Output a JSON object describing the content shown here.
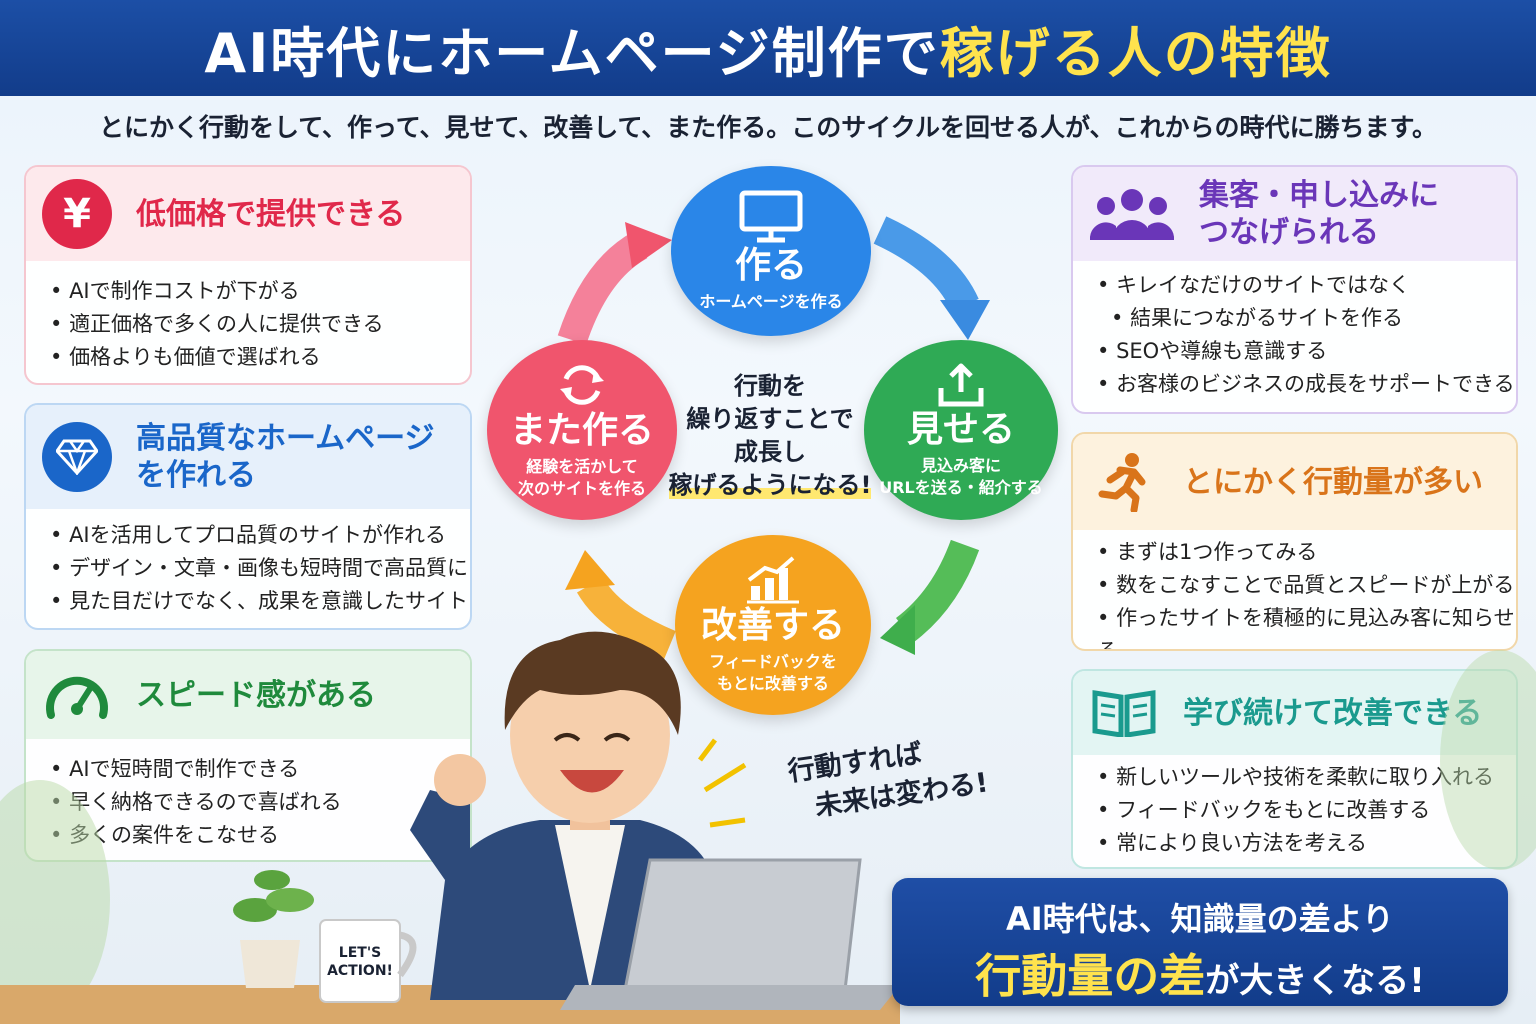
{
  "header": {
    "title_main": "AI時代にホームページ制作で",
    "title_highlight": "稼げる人の特徴"
  },
  "subtitle": "とにかく行動をして、作って、見せて、改善して、また作る。このサイクルを回せる人が、これからの時代に勝ちます。",
  "left_cards": [
    {
      "title": "低価格で提供できる",
      "icon": "yen-icon",
      "color": "#e0284a",
      "items": [
        "AIで制作コストが下がる",
        "適正価格で多くの人に提供できる",
        "価格よりも価値で選ばれる"
      ]
    },
    {
      "title_l1": "高品質なホームページ",
      "title_l2": "を作れる",
      "icon": "diamond-icon",
      "color": "#1a66c9",
      "items": [
        "AIを活用してプロ品質のサイトが作れる",
        "デザイン・文章・画像も短時間で高品質に",
        "見た目だけでなく、成果を意識したサイト"
      ]
    },
    {
      "title": "スピード感がある",
      "icon": "speedometer-icon",
      "color": "#1f8a3c",
      "items": [
        "AIで短時間で制作できる",
        "早く納格できるので喜ばれる",
        "多くの案件をこなせる"
      ]
    }
  ],
  "right_cards": [
    {
      "title_l1": "集客・申し込みに",
      "title_l2": "つなげられる",
      "icon": "people-icon",
      "color": "#6a36b8",
      "items": [
        "キレイなだけのサイトではなく",
        "結果につながるサイトを作る",
        "SEOや導線も意識する",
        "お客様のビジネスの成長をサポートできる"
      ]
    },
    {
      "title": "とにかく行動量が多い",
      "icon": "runner-icon",
      "color": "#d9741a",
      "items": [
        "まずは1つ作ってみる",
        "数をこなすことで品質とスピードが上がる",
        "作ったサイトを積極的に見込み客に知らせる"
      ]
    },
    {
      "title": "学び続けて改善できる",
      "icon": "book-icon",
      "color": "#1a9a8e",
      "items": [
        "新しいツールや技術を柔軟に取り入れる",
        "フィードバックをもとに改善する",
        "常により良い方法を考える"
      ]
    }
  ],
  "cycle": [
    {
      "label": "作る",
      "sub": "ホームページを作る",
      "icon": "monitor-icon",
      "color": "#2a86e8"
    },
    {
      "label": "見せる",
      "sub1": "見込み客に",
      "sub2": "URLを送る・紹介する",
      "icon": "upload-icon",
      "color": "#2faa55"
    },
    {
      "label": "改善する",
      "sub1": "フィードバックを",
      "sub2": "もとに改善する",
      "icon": "bar-chart-icon",
      "color": "#f5a31f"
    },
    {
      "label": "また作る",
      "sub1": "経験を活かして",
      "sub2": "次のサイトを作る",
      "icon": "refresh-icon",
      "color": "#f0556d"
    }
  ],
  "center": {
    "l1": "行動を",
    "l2": "繰り返すことで",
    "l3": "成長し",
    "l4": "稼げるようになる!"
  },
  "callout": {
    "l1": "行動すれば",
    "l2": "未来は変わる!"
  },
  "mug_text": {
    "l1": "LET'S",
    "l2": "ACTION!"
  },
  "bottom": {
    "l1": "AI時代は、知識量の差より",
    "l2_big": "行動量の差",
    "l2_rest": "が大きくなる!"
  }
}
